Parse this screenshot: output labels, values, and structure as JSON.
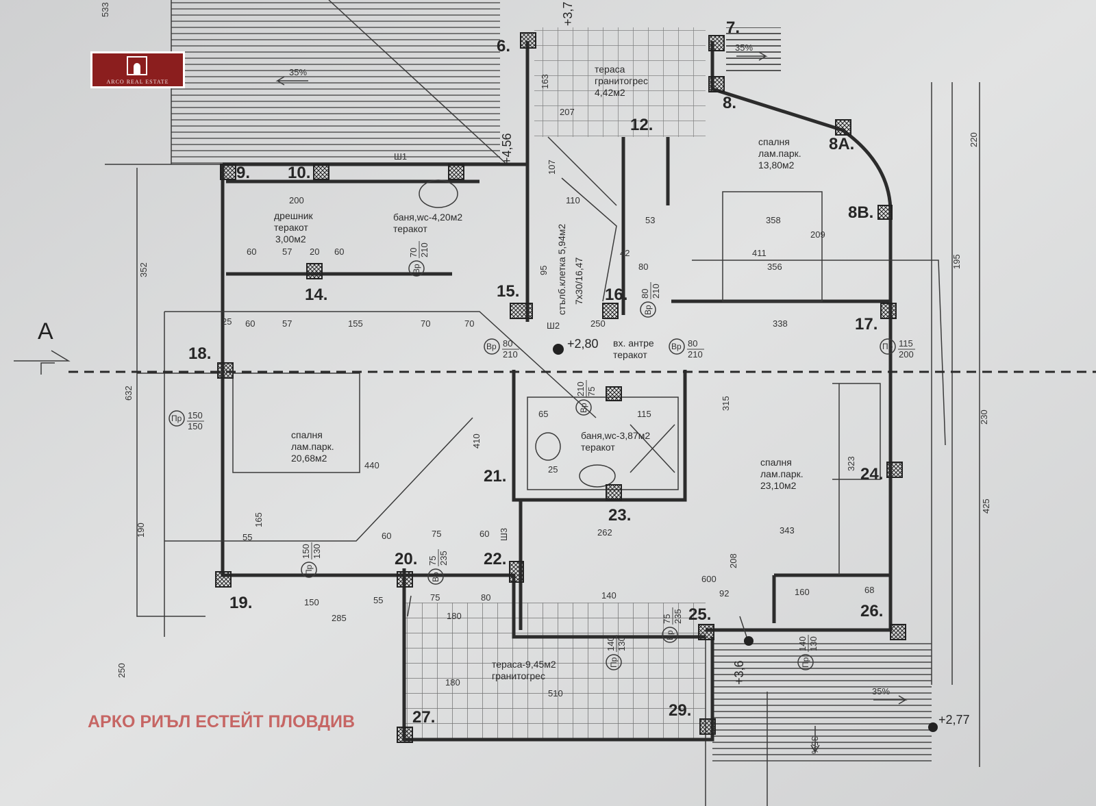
{
  "logo": {
    "text": "ARCO REAL ESTATE"
  },
  "watermark": "АРКО РИЪЛ ЕСТЕЙТ ПЛОВДИВ",
  "section_mark": "A",
  "rooms": [
    {
      "name": "тераса",
      "floor": "гранитогрес",
      "area": "4,42м2"
    },
    {
      "name": "спалня",
      "floor": "лам.парк.",
      "area": "13,80м2"
    },
    {
      "name": "дрешник",
      "floor": "теракот",
      "area": "3,00м2"
    },
    {
      "name": "баня,wc-4,20м2",
      "floor": "теракот"
    },
    {
      "name": "стълб.клетка 5,94м2",
      "floor": "7x30/16,47"
    },
    {
      "name": "вх. антре",
      "floor": "теракот"
    },
    {
      "name": "спалня",
      "floor": "лам.парк.",
      "area": "20,68м2"
    },
    {
      "name": "баня,wc-3,87м2",
      "floor": "теракот"
    },
    {
      "name": "спалня",
      "floor": "лам.парк.",
      "area": "23,10м2"
    },
    {
      "name": "тераса-9,45м2",
      "floor": "гранитогрес"
    }
  ],
  "axes": [
    "6.",
    "7.",
    "8.",
    "8A.",
    "8B.",
    "9.",
    "10.",
    "12.",
    "14.",
    "15.",
    "16.",
    "17.",
    "18.",
    "19.",
    "20.",
    "21.",
    "22.",
    "23.",
    "24.",
    "25.",
    "26.",
    "27.",
    "29."
  ],
  "elevations": [
    "+2,80",
    "+3,7",
    "+4,56",
    "+3,6",
    "+2,77"
  ],
  "slopes": [
    "35%",
    "35%",
    "35%",
    "35%"
  ],
  "shafts": [
    "Ш1",
    "Ш2",
    "Ш3"
  ],
  "door_tags": [
    {
      "type": "Вр",
      "size": "80",
      "height": "210"
    },
    {
      "type": "Вр",
      "size": "80",
      "height": "210"
    },
    {
      "type": "Пр",
      "size": "150",
      "height": "150"
    },
    {
      "type": "Пр",
      "size": "115",
      "height": "200"
    },
    {
      "type": "Вр",
      "size": "70",
      "height": "210"
    },
    {
      "type": "Вр",
      "size": "75",
      "height": "235"
    },
    {
      "type": "Пр",
      "size": "150",
      "height": "130"
    },
    {
      "type": "Вр",
      "size": "75",
      "height": "235"
    },
    {
      "type": "Пр",
      "size": "140",
      "height": "130"
    },
    {
      "type": "Пр",
      "size": "140",
      "height": "130"
    },
    {
      "type": "Вр",
      "size": "210",
      "height": "75"
    },
    {
      "type": "Вр",
      "size": "80",
      "height": "210"
    }
  ],
  "dims": [
    "200",
    "60",
    "57",
    "20",
    "60",
    "25",
    "60",
    "57",
    "155",
    "70",
    "70",
    "250",
    "338",
    "53",
    "80",
    "42",
    "358",
    "209",
    "411",
    "356",
    "440",
    "410",
    "262",
    "343",
    "60",
    "75",
    "60",
    "150",
    "55",
    "285",
    "75",
    "80",
    "180",
    "140",
    "92",
    "160",
    "68",
    "600",
    "510",
    "180",
    "352",
    "632",
    "190",
    "250",
    "230",
    "425",
    "195",
    "220",
    "533",
    "315",
    "323",
    "208",
    "165",
    "55",
    "163",
    "207",
    "107",
    "110",
    "95",
    "115",
    "65",
    "25"
  ]
}
